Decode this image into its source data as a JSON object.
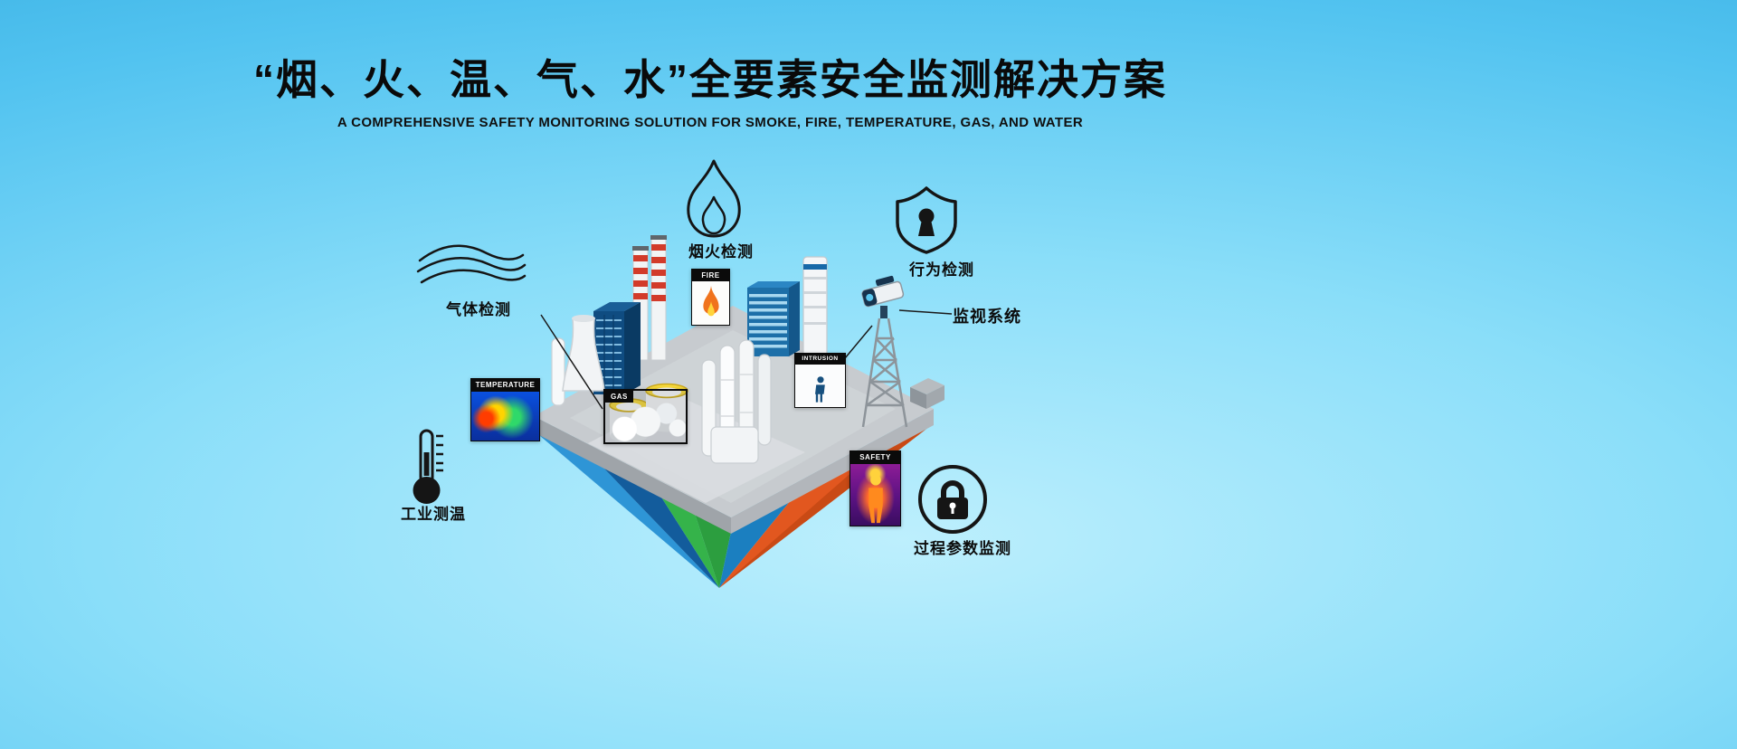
{
  "page": {
    "title": "“烟、火、温、气、水”全要素安全监测解决方案",
    "subtitle": "A COMPREHENSIVE SAFETY MONITORING SOLUTION FOR SMOKE, FIRE, TEMPERATURE, GAS, AND WATER"
  },
  "callouts": {
    "smoke_fire": {
      "label": "烟火检测",
      "icon": "flame-icon"
    },
    "behavior": {
      "label": "行为检测",
      "icon": "shield-keyhole-icon"
    },
    "surveillance": {
      "label": "监视系统",
      "icon": "camera-tower"
    },
    "gas": {
      "label": "气体检测",
      "icon": "gas-waves-icon"
    },
    "temperature": {
      "label": "工业测温",
      "icon": "thermometer-icon"
    },
    "process": {
      "label": "过程参数监测",
      "icon": "lock-icon"
    }
  },
  "placards": {
    "temperature": {
      "label": "TEMPERATURE"
    },
    "fire": {
      "label": "FIRE"
    },
    "gas": {
      "label": "GAS"
    },
    "intrusion": {
      "label": "INTRUSION"
    },
    "safety": {
      "label": "SAFETY"
    }
  },
  "colors": {
    "background_top": "#2ea8dd",
    "background_center": "#8adef9",
    "island_orange": "#e2571f",
    "island_blue": "#1b7fc0",
    "island_green": "#2fae47",
    "platform_gray": "#c7cbcf",
    "ink": "#111111"
  }
}
